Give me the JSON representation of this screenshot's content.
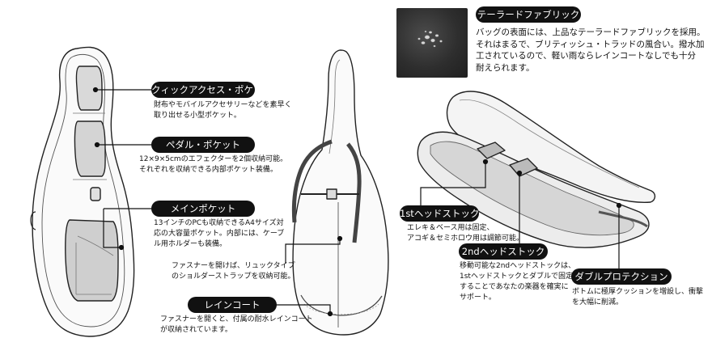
{
  "callouts": {
    "quick_access": {
      "title": "クィックアクセス・ポケット",
      "desc": "財布やモバイルアクセサリーなどを素早く\n取り出せる小型ポケット。"
    },
    "pedal_pocket": {
      "title": "ペダル・ポケット",
      "desc": "12×9×5cmのエフェクターを2個収納可能。\nそれぞれを収納できる内部ポケット装備。"
    },
    "main_pocket": {
      "title": "メインポケット",
      "desc": "13インチのPCも収納できるA4サイズ対\n応の大容量ポケット。内部には、ケーブ\nル用ホルダーも装備。"
    },
    "strap": {
      "desc": "ファスナーを開けば、リュックタイプ\nのショルダーストラップを収納可能。"
    },
    "rain_cover": {
      "title": "レインコート",
      "desc": "ファスナーを開くと、付属の耐水レインコート\nが収納されています。"
    },
    "tailored_fabric": {
      "title": "テーラードファブリック",
      "desc": "バッグの表面には、上品なテーラードファブリックを採用。\nそれはまるで、ブリティッシュ・トラッドの風合い。撥水加\n工されているので、軽い雨ならレインコートなしでも十分\n耐えられます。"
    },
    "headstock_1st": {
      "title": "1stヘッドストック",
      "desc": "エレキ＆ベース用は固定、\nアコギ＆セミホロウ用は調節可能。"
    },
    "headstock_2nd": {
      "title": "2ndヘッドストック",
      "desc": "移動可能な2ndヘッドストックは、\n1stヘッドストックとダブルで固定\nすることであなたの楽器を確実に\nサポート。"
    },
    "double_protection": {
      "title": "ダブルプロテクション",
      "desc": "ボトムに極厚クッションを増設し、衝撃\nを大幅に削減。"
    }
  },
  "colors": {
    "ink": "#111111",
    "pill_bg": "#111111",
    "pill_text": "#ffffff",
    "fabric": "#333333"
  },
  "icons": {
    "front_bag": "guitar-gig-bag-front-illustration",
    "back_bag": "guitar-gig-bag-back-illustration",
    "open_bag": "guitar-gig-bag-open-illustration",
    "fabric_photo": "fabric-water-droplets-photo"
  }
}
